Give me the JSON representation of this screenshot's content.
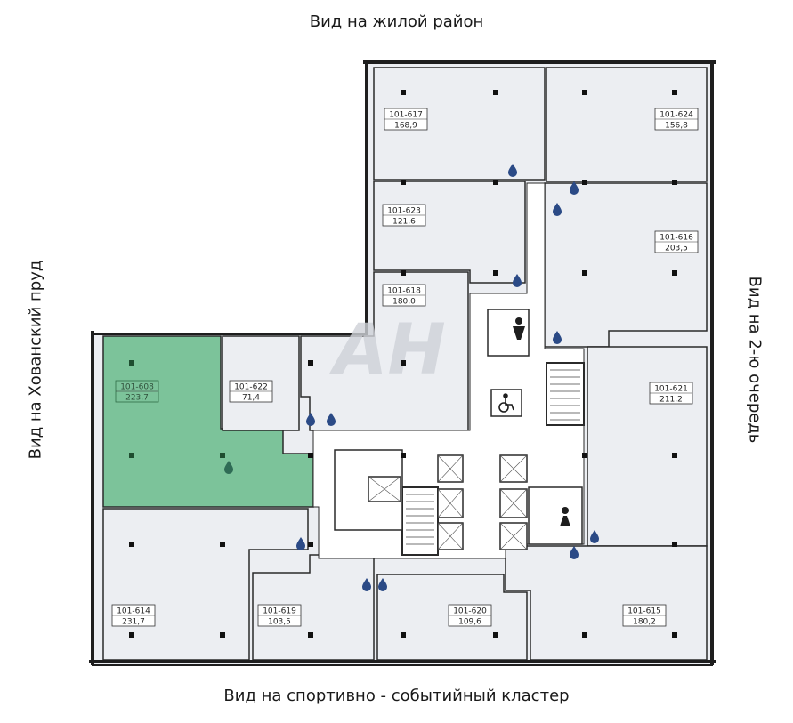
{
  "views": {
    "top": "Вид на жилой район",
    "bottom": "Вид на спортивно - событийный кластер",
    "left": "Вид на Хованский пруд",
    "right": "Вид на 2-ю очередь"
  },
  "units": [
    {
      "id": "101-617",
      "area": "168,9",
      "selected": false
    },
    {
      "id": "101-624",
      "area": "156,8",
      "selected": false
    },
    {
      "id": "101-623",
      "area": "121,6",
      "selected": false
    },
    {
      "id": "101-616",
      "area": "203,5",
      "selected": false
    },
    {
      "id": "101-618",
      "area": "180,0",
      "selected": false
    },
    {
      "id": "101-608",
      "area": "223,7",
      "selected": true
    },
    {
      "id": "101-622",
      "area": "71,4",
      "selected": false
    },
    {
      "id": "101-621",
      "area": "211,2",
      "selected": false
    },
    {
      "id": "101-614",
      "area": "231,7",
      "selected": false
    },
    {
      "id": "101-619",
      "area": "103,5",
      "selected": false
    },
    {
      "id": "101-620",
      "area": "109,6",
      "selected": false
    },
    {
      "id": "101-615",
      "area": "180,2",
      "selected": false
    }
  ],
  "colors": {
    "room_fill": "#eceef2",
    "selected_fill": "#7cc39a",
    "wall": "#1e1e1e",
    "water_icon": "#2b4a86"
  },
  "icons": [
    "water-drop-icon",
    "column-icon",
    "wc-male-icon",
    "wc-female-icon",
    "wheelchair-icon",
    "stair-icon",
    "elevator-icon",
    "watermark-logo"
  ]
}
